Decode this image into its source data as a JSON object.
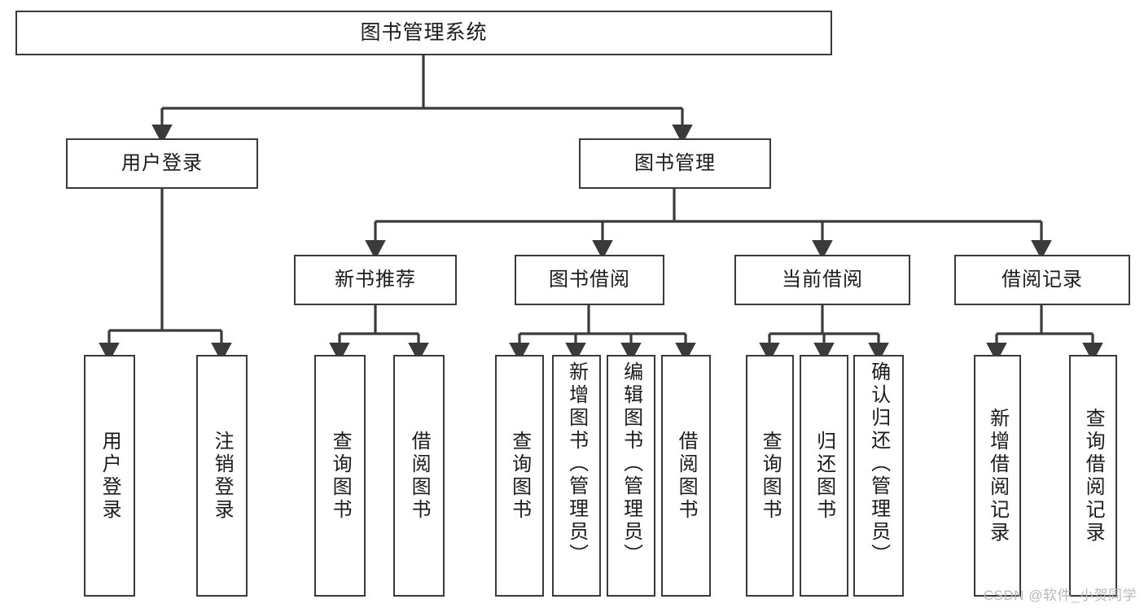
{
  "diagram": {
    "title": "图书管理系统",
    "type": "tree",
    "watermark": "CSDN @软件_小贺同学",
    "colors": {
      "box_border": "#3a3a3a",
      "box_fill": "#ffffff",
      "edge": "#3a3a3a",
      "text": "#1b1b1b",
      "watermark": "#b9b9b9"
    },
    "levels": {
      "root": {
        "label": "图书管理系统"
      },
      "level2": [
        {
          "id": "user-login",
          "label": "用户登录"
        },
        {
          "id": "book-manage",
          "label": "图书管理"
        }
      ],
      "level3": [
        {
          "id": "new-book-rec",
          "label": "新书推荐",
          "parent": "book-manage"
        },
        {
          "id": "book-borrow",
          "label": "图书借阅",
          "parent": "book-manage"
        },
        {
          "id": "current-borrow",
          "label": "当前借阅",
          "parent": "book-manage"
        },
        {
          "id": "borrow-record",
          "label": "借阅记录",
          "parent": "book-manage"
        }
      ],
      "leaves": [
        {
          "id": "leaf-user-login",
          "label": "用户登录",
          "parent": "user-login"
        },
        {
          "id": "leaf-user-logout",
          "label": "注销登录",
          "parent": "user-login"
        },
        {
          "id": "leaf-query-book-1",
          "label": "查询图书",
          "parent": "new-book-rec"
        },
        {
          "id": "leaf-borrow-book-1",
          "label": "借阅图书",
          "parent": "new-book-rec"
        },
        {
          "id": "leaf-query-book-2",
          "label": "查询图书",
          "parent": "book-borrow"
        },
        {
          "id": "leaf-add-book",
          "label": "新增图书（管理员）",
          "parent": "book-borrow"
        },
        {
          "id": "leaf-edit-book",
          "label": "编辑图书（管理员）",
          "parent": "book-borrow"
        },
        {
          "id": "leaf-borrow-book-2",
          "label": "借阅图书",
          "parent": "book-borrow"
        },
        {
          "id": "leaf-query-book-3",
          "label": "查询图书",
          "parent": "current-borrow"
        },
        {
          "id": "leaf-return-book",
          "label": "归还图书",
          "parent": "current-borrow"
        },
        {
          "id": "leaf-confirm-return",
          "label": "确认归还（管理员）",
          "parent": "current-borrow"
        },
        {
          "id": "leaf-add-record",
          "label": "新增借阅记录",
          "parent": "borrow-record"
        },
        {
          "id": "leaf-query-record",
          "label": "查询借阅记录",
          "parent": "borrow-record"
        }
      ]
    }
  }
}
